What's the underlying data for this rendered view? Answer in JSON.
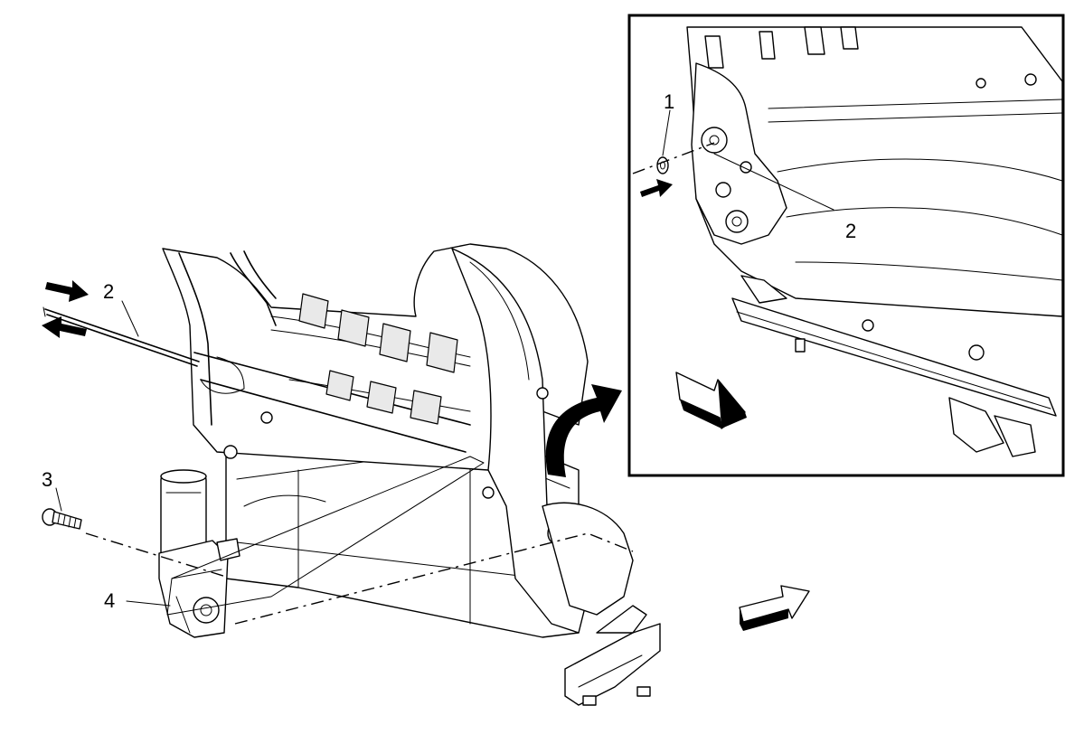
{
  "main_view": {
    "callouts": [
      "2",
      "3",
      "4"
    ]
  },
  "inset": {
    "callouts": [
      "1",
      "2"
    ]
  }
}
